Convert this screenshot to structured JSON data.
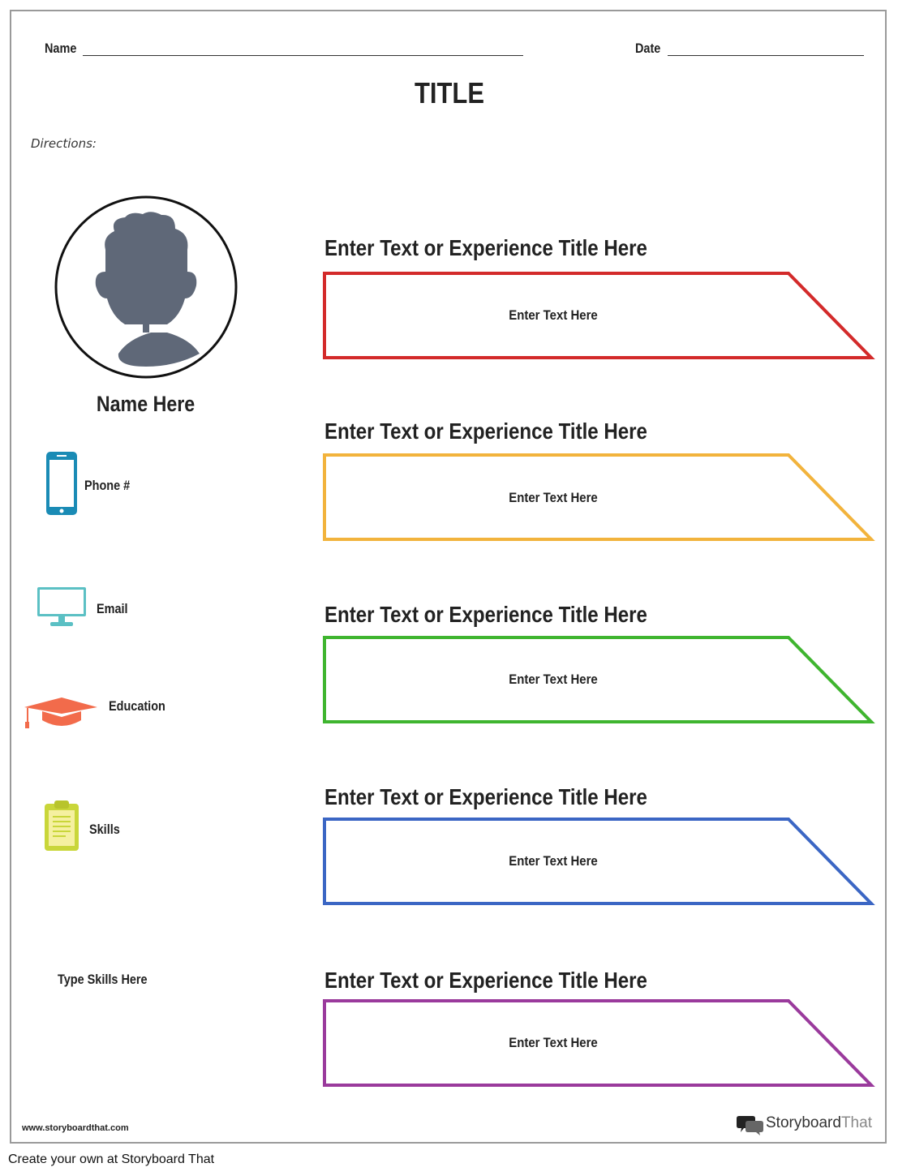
{
  "header": {
    "name_label": "Name",
    "date_label": "Date",
    "title": "TITLE",
    "directions": "Directions:"
  },
  "profile": {
    "name": "Name Here"
  },
  "contacts": [
    {
      "icon": "phone-icon",
      "label": "Phone #"
    },
    {
      "icon": "monitor-icon",
      "label": "Email"
    },
    {
      "icon": "graduation-cap-icon",
      "label": "Education"
    },
    {
      "icon": "clipboard-icon",
      "label": "Skills"
    }
  ],
  "skills_text": "Type Skills Here",
  "experiences": [
    {
      "title": "Enter Text or Experience Title Here",
      "text": "Enter Text Here",
      "color": "#d32a2a"
    },
    {
      "title": "Enter Text or Experience Title Here",
      "text": "Enter Text Here",
      "color": "#f2b33c"
    },
    {
      "title": "Enter Text or Experience Title Here",
      "text": "Enter Text Here",
      "color": "#3fb52f"
    },
    {
      "title": "Enter Text or Experience Title Here",
      "text": "Enter Text Here",
      "color": "#3b66c4"
    },
    {
      "title": "Enter Text or Experience Title Here",
      "text": "Enter Text Here",
      "color": "#9a3a9c"
    }
  ],
  "footer": {
    "url": "www.storyboardthat.com",
    "brand_main": "Storyboard",
    "brand_suffix": "That",
    "bottom_note": "Create your own at Storyboard That"
  },
  "colors": {
    "avatar": "#5f6878",
    "phone": "#1a8bb5",
    "monitor": "#5bc0c4",
    "cap": "#f26b4b",
    "clipboard": "#c9d63a"
  }
}
